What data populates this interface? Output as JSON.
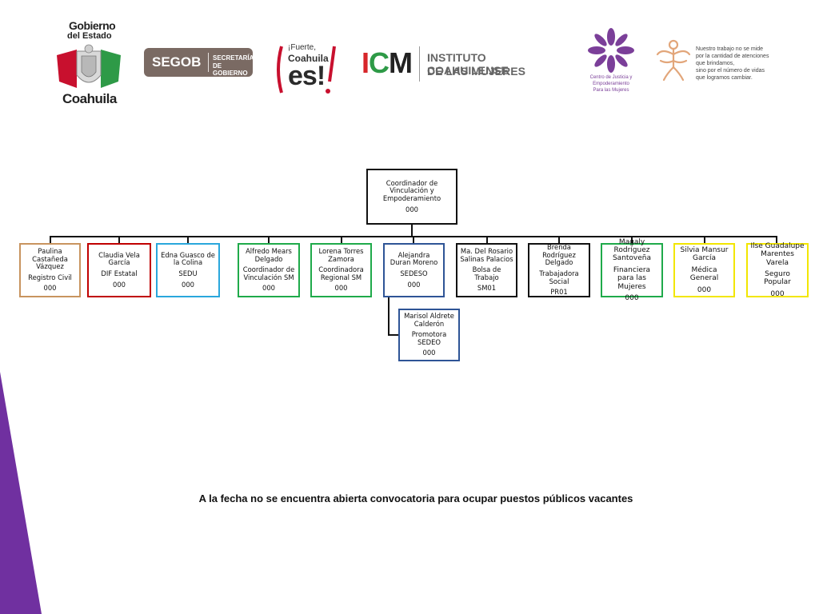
{
  "logos": {
    "coahuila": {
      "line1": "Gobierno",
      "line2": "del Estado",
      "line3": "Coahuila"
    },
    "segob": {
      "main": "SEGOB",
      "sub1": "SECRETARÍA",
      "sub2": "DE GOBIERNO"
    },
    "fuerte": {
      "line1": "¡Fuerte,",
      "line2": "Coahuila",
      "line3": "es!"
    },
    "icm": {
      "abbr": "ICM",
      "line1": "INSTITUTO COAHUILENSE",
      "line2": "DE LAS MUJERES"
    },
    "centro": {
      "line1": "Centro de Justicia y",
      "line2": "Empoderamiento",
      "line3": "Para las Mujeres"
    },
    "motto": {
      "line1": "Nuestro trabajo no se mide",
      "line2": "por la cantidad de atenciones",
      "line3": "que brindamos,",
      "line4": "sino por el número de vidas",
      "line5": "que logramos cambiar."
    }
  },
  "org": {
    "top": {
      "name": "Coordinador de Vinculación y Empoderamiento",
      "code": "000"
    },
    "children": [
      {
        "name": "Paulina Castañeda Vázquez",
        "role": "Registro Civil",
        "code": "000",
        "color": "#c8945f"
      },
      {
        "name": "Claudia Vela García",
        "role": "DIF Estatal",
        "code": "000",
        "color": "#c00000"
      },
      {
        "name": "Edna Guasco de la Colina",
        "role": "SEDU",
        "code": "000",
        "color": "#2aa7dc"
      },
      {
        "name": "Alfredo Mears Delgado",
        "role": "Coordinador de Vinculación SM",
        "code": "000",
        "color": "#1faa4a"
      },
      {
        "name": "Lorena Torres Zamora",
        "role": "Coordinadora Regional SM",
        "code": "000",
        "color": "#1faa4a"
      },
      {
        "name": "Alejandra Duran Moreno",
        "role": "SEDESO",
        "code": "000",
        "color": "#2e5496"
      },
      {
        "name": "Ma. Del Rosario Salinas Palacios",
        "role": "Bolsa de Trabajo",
        "code": "SM01",
        "color": "#111111"
      },
      {
        "name": "Brenda Rodríguez Delgado",
        "role": "Trabajadora Social",
        "code": "PR01",
        "color": "#111111"
      },
      {
        "name": "Magaly Rodríguez Santoveña",
        "role": "Financiera para las Mujeres",
        "code": "000",
        "color": "#1faa4a"
      },
      {
        "name": "Silvia Mansur García",
        "role": "Médica General",
        "code": "000",
        "color": "#f2e600"
      },
      {
        "name": "Ilse Guadalupe Marentes Varela",
        "role": "Seguro Popular",
        "code": "000",
        "color": "#f2e600"
      }
    ],
    "sub": {
      "name": "Marisol Aldrete Calderón",
      "role": "Promotora SEDEO",
      "code": "000",
      "color": "#2e5496"
    }
  },
  "footer": "A la fecha no se encuentra abierta convocatoria para ocupar puestos públicos vacantes",
  "colors": {
    "purple": "#7030a0",
    "segob_bg": "#7a6a63",
    "icm_red": "#d7262b",
    "icm_green": "#2e9a47",
    "centro_purple": "#7b3f99",
    "motto_orange": "#e2a67a"
  }
}
